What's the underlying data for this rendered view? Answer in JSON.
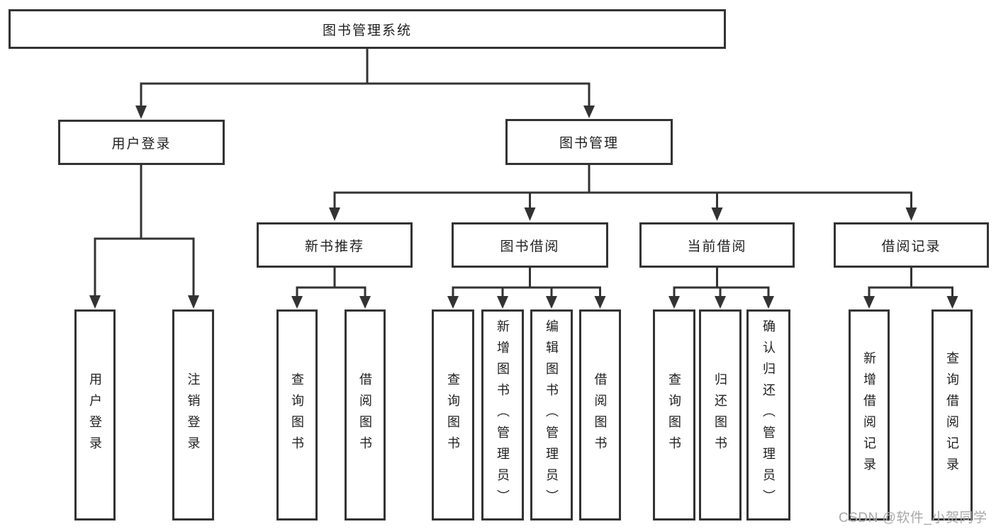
{
  "diagram": {
    "root": {
      "label": "图书管理系统"
    },
    "branches": [
      {
        "label": "用户登录",
        "children": [
          "用户登录",
          "注销登录"
        ]
      },
      {
        "label": "图书管理",
        "groups": [
          {
            "label": "新书推荐",
            "children": [
              "查询图书",
              "借阅图书"
            ]
          },
          {
            "label": "图书借阅",
            "children": [
              "查询图书",
              "新增图书（管理员）",
              "编辑图书（管理员）",
              "借阅图书"
            ]
          },
          {
            "label": "当前借阅",
            "children": [
              "查询图书",
              "归还图书",
              "确认归还（管理员）"
            ]
          },
          {
            "label": "借阅记录",
            "children": [
              "新增借阅记录",
              "查询借阅记录"
            ]
          }
        ]
      }
    ]
  },
  "watermark": {
    "text": "CSDN @软件_小贺同学"
  },
  "colors": {
    "line": "#333333",
    "text": "#1f1f1f",
    "watermark": "#a8a8a8",
    "background": "#ffffff"
  }
}
